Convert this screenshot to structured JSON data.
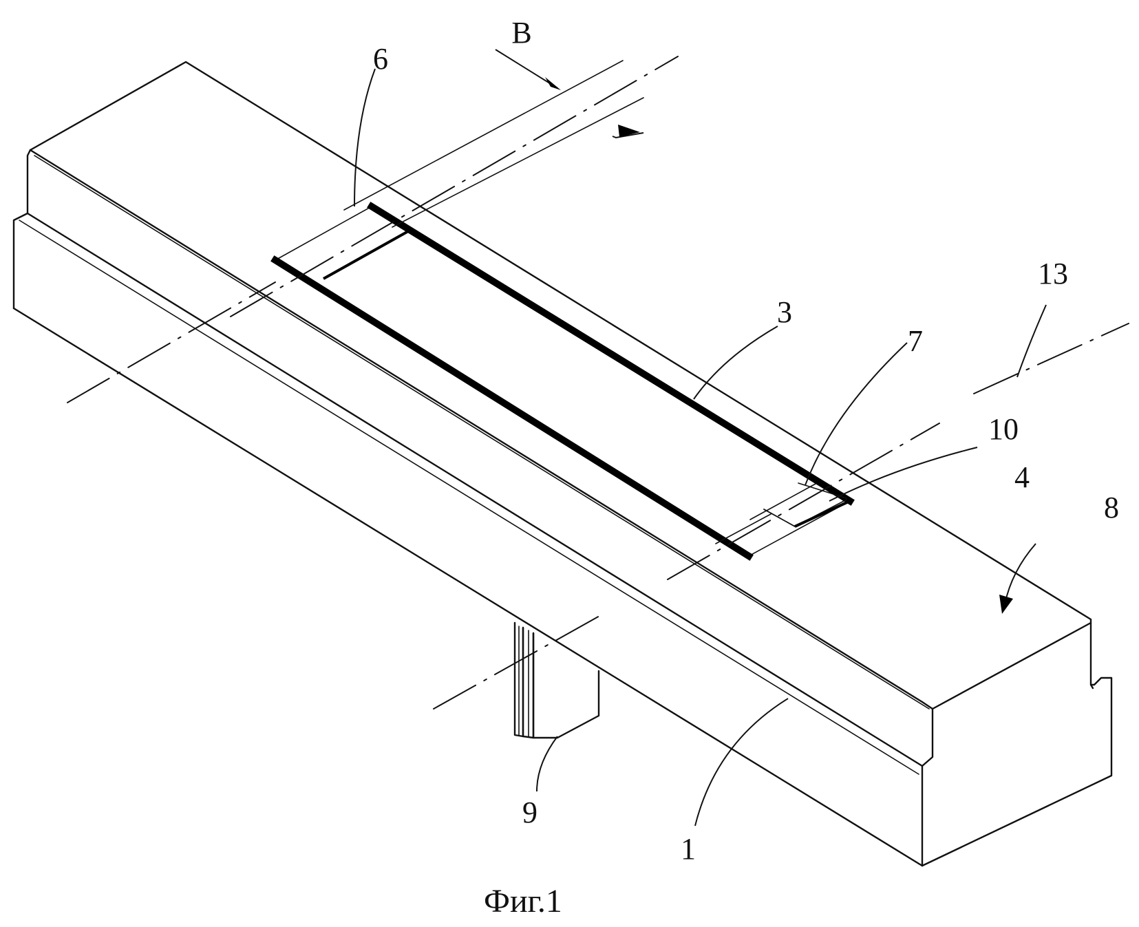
{
  "figure": {
    "caption": "Фиг.1",
    "dimension_label": "B",
    "labels": {
      "l1": "1",
      "l3": "3",
      "l4": "4",
      "l6": "6",
      "l7": "7",
      "l8": "8",
      "l9": "9",
      "l10": "10",
      "l13": "13"
    }
  }
}
